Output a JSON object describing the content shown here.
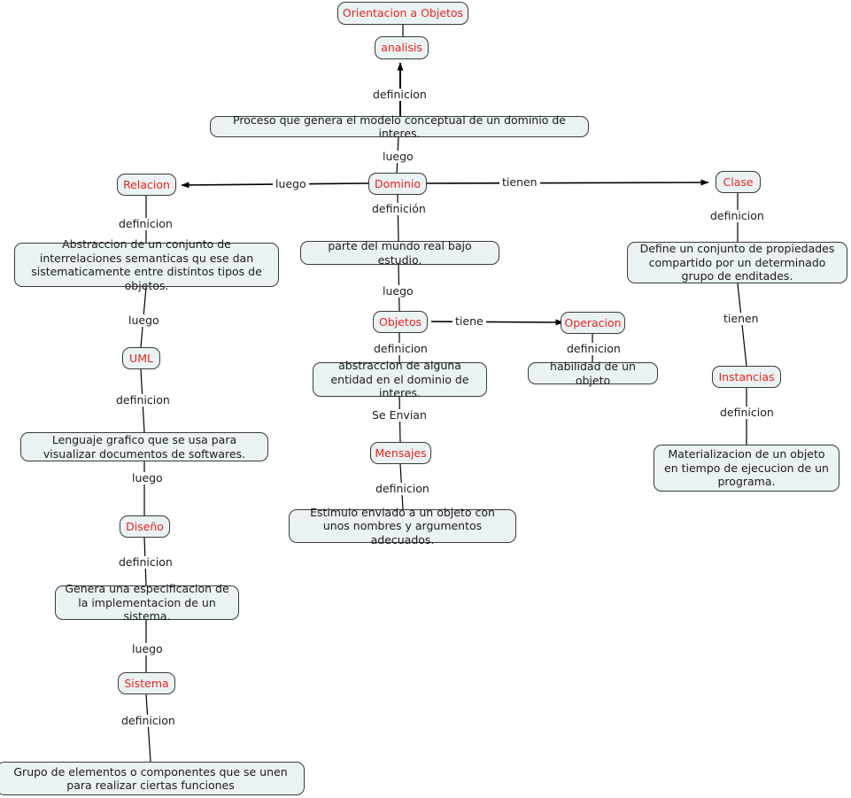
{
  "map": {
    "title": "Orientacion a Objetos",
    "accent_color": "#e8251f",
    "node_fill": "#eaf2f4",
    "node_border": "#3a3a3a",
    "text_color": "#1b1b1b",
    "background": "#ffffff"
  },
  "concepts": {
    "orientacion": "Orientacion a Objetos",
    "analisis": "analisis",
    "dominio": "Dominio",
    "relacion": "Relacion",
    "clase": "Clase",
    "objetos": "Objetos",
    "operacion": "Operacion",
    "uml": "UML",
    "instancias": "Instancias",
    "mensajes": "Mensajes",
    "diseno": "Diseño",
    "sistema": "Sistema"
  },
  "definitions": {
    "analisis_def": "Proceso que genera el modelo conceptual de un dominio de interes.",
    "relacion_def": "Abstraccion de un conjunto de interrelaciones semanticas qu ese dan sistematicamente entre distintos tipos de objetos.",
    "dominio_def": "parte del mundo real bajo estudio.",
    "clase_def": "Define un conjunto de propiedades compartido por un determinado grupo de enditades.",
    "objetos_def": "abstraccion de alguna entidad en el dominio de interes.",
    "operacion_def": "habilidad de un objeto",
    "uml_def": "Lenguaje grafico que se usa para visualizar documentos de softwares.",
    "instancias_def": "Materializacion de un objeto en tiempo de ejecucion de un programa.",
    "mensajes_def": "Estimulo enviado a un objeto con unos nombres y argumentos adecuados.",
    "diseno_def": "Genera una especificacion de la implementacion de un sistema.",
    "sistema_def": "Grupo de elementos o componentes que se unen para realizar ciertas funciones"
  },
  "links": {
    "analisis_to_def": "definicion",
    "analisisdef_to_dominio": "luego",
    "dominio_to_relacion": "luego",
    "dominio_to_clase": "tienen",
    "relacion_to_def": "definicion",
    "dominio_to_def": "definición",
    "clase_to_def": "definicion",
    "relaciondef_to_uml": "luego",
    "dominiodef_to_objetos": "luego",
    "clasedef_to_instancias": "tienen",
    "objetos_to_def": "definicion",
    "objetos_to_operacion": "tiene",
    "operacion_to_def": "definicion",
    "uml_to_def": "definicion",
    "instancias_to_def": "definicion",
    "objetosdef_to_mensajes": "Se Envian",
    "mensajes_to_def": "definicion",
    "umldef_to_diseno": "luego",
    "diseno_to_def": "definicion",
    "disenodef_to_sistema": "luego",
    "sistema_to_def": "definicion"
  }
}
